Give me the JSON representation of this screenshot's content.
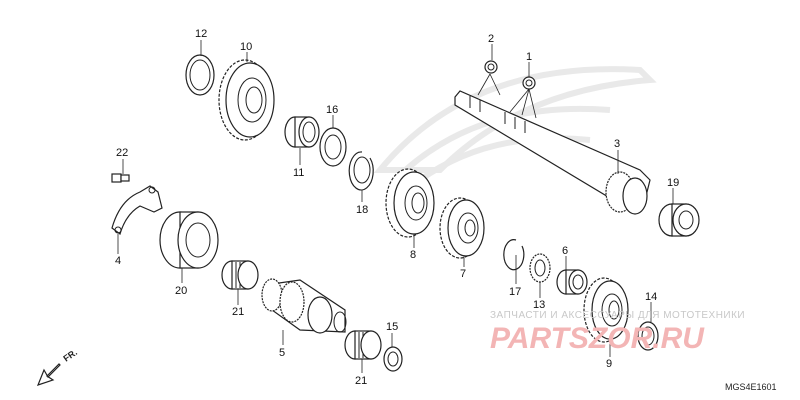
{
  "callouts": [
    {
      "id": "c1",
      "label": "1"
    },
    {
      "id": "c2",
      "label": "2"
    },
    {
      "id": "c3",
      "label": "3"
    },
    {
      "id": "c4",
      "label": "4"
    },
    {
      "id": "c5",
      "label": "5"
    },
    {
      "id": "c6",
      "label": "6"
    },
    {
      "id": "c7",
      "label": "7"
    },
    {
      "id": "c8",
      "label": "8"
    },
    {
      "id": "c9",
      "label": "9"
    },
    {
      "id": "c10",
      "label": "10"
    },
    {
      "id": "c11",
      "label": "11"
    },
    {
      "id": "c12",
      "label": "12"
    },
    {
      "id": "c13",
      "label": "13"
    },
    {
      "id": "c14",
      "label": "14"
    },
    {
      "id": "c15",
      "label": "15"
    },
    {
      "id": "c16",
      "label": "16"
    },
    {
      "id": "c17",
      "label": "17"
    },
    {
      "id": "c18",
      "label": "18"
    },
    {
      "id": "c19",
      "label": "19"
    },
    {
      "id": "c20",
      "label": "20"
    },
    {
      "id": "c21a",
      "label": "21"
    },
    {
      "id": "c21b",
      "label": "21"
    },
    {
      "id": "c22",
      "label": "22"
    }
  ],
  "direction_label": "FR.",
  "diagram_code": "MGS4E1601",
  "watermark": {
    "tagline": "ЗАПЧАСТИ И АКСЕССУАРЫ ДЛЯ МОТОТЕХНИКИ",
    "logo": "PARTSZOR.RU",
    "logo_color": "#f3b5b5"
  },
  "colors": {
    "ink": "#222222",
    "background": "#ffffff"
  }
}
